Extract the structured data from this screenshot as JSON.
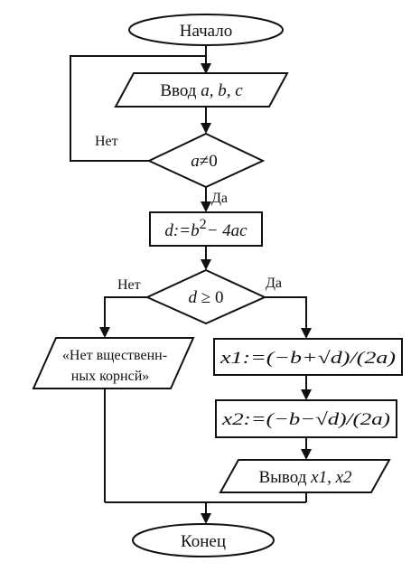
{
  "flowchart": {
    "start_label": "Начало",
    "input": {
      "prefix": "Ввод ",
      "vars": "a, b, c"
    },
    "check_a": {
      "var": "a",
      "op": "≠0"
    },
    "a_branch_no": "Нет",
    "a_branch_yes": "Да",
    "disc": {
      "lhs": "d:=",
      "b": "b",
      "exp": "2",
      "rest": "− 4ac"
    },
    "check_d": {
      "var": "d",
      "op": " ≥ 0"
    },
    "d_branch_no": "Нет",
    "d_branch_yes": "Да",
    "no_roots": {
      "line1": "«Нет вщественн-",
      "line2": "ных корнсй»"
    },
    "x1": "x1:=(−b+√d)/(2a)",
    "x2": "x2:=(−b−√d)/(2a)",
    "output": {
      "prefix": "Вывод ",
      "vars": "x1, x2"
    },
    "end_label": "Конец"
  }
}
